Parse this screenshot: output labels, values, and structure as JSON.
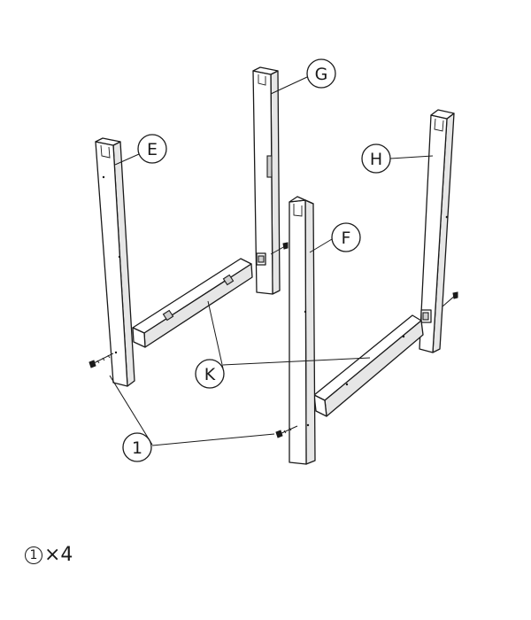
{
  "parts": {
    "leg_e": "E",
    "leg_f": "F",
    "leg_g": "G",
    "leg_h": "H",
    "rail_k": "K",
    "screw": "1"
  },
  "quantity": {
    "part": "1",
    "count": "×4"
  }
}
